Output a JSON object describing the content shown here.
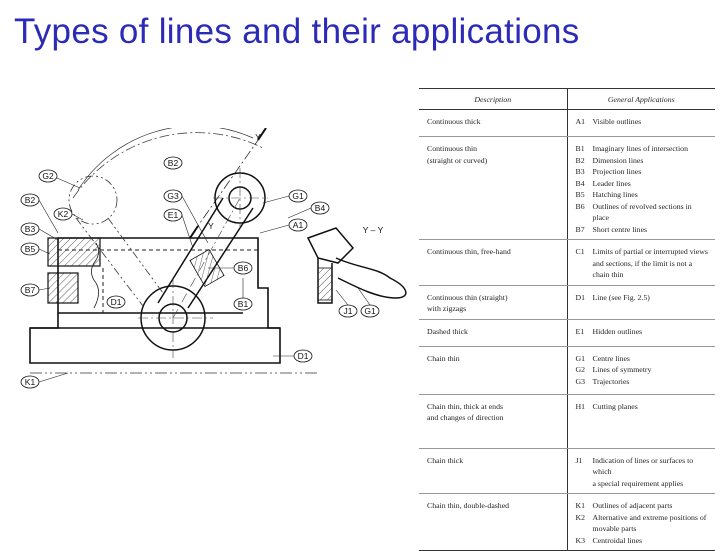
{
  "title": "Types of lines and their applications",
  "table": {
    "header_description": "Description",
    "header_applications": "General Applications",
    "rows": [
      {
        "description": [
          "Continuous thick"
        ],
        "applications": [
          [
            "A1",
            "Visible outlines"
          ]
        ],
        "height": 27
      },
      {
        "description": [
          "Continuous thin",
          "(straight or curved)"
        ],
        "applications": [
          [
            "B1",
            "Imaginary lines of intersection"
          ],
          [
            "B2",
            "Dimension lines"
          ],
          [
            "B3",
            "Projection lines"
          ],
          [
            "B4",
            "Leader lines"
          ],
          [
            "B5",
            "Hatching lines"
          ],
          [
            "B6",
            "Outlines of revolved sections in place"
          ],
          [
            "B7",
            "Short centre lines"
          ]
        ],
        "height": 93
      },
      {
        "description": [
          "Continuous thin, free-hand"
        ],
        "applications": [
          [
            "C1",
            "Limits of partial or interrupted views"
          ],
          [
            "",
            "and sections, if the limit is not a"
          ],
          [
            "",
            "chain thin"
          ]
        ],
        "height": 42
      },
      {
        "description": [
          "Continuous thin (straight)",
          "with zigzags"
        ],
        "applications": [
          [
            "D1",
            "Line (see Fig. 2.5)"
          ]
        ],
        "height": 32
      },
      {
        "description": [
          "Dashed thick"
        ],
        "applications": [
          [
            "E1",
            "Hidden outlines"
          ]
        ],
        "height": 27
      },
      {
        "description": [
          "Chain thin"
        ],
        "applications": [
          [
            "G1",
            "Centre lines"
          ],
          [
            "G2",
            "Lines of symmetry"
          ],
          [
            "G3",
            "Trajectories"
          ]
        ],
        "height": 48
      },
      {
        "description": [
          "Chain thin, thick at ends",
          "and changes of direction"
        ],
        "applications": [
          [
            "H1",
            "Cutting planes"
          ]
        ],
        "height": 54
      },
      {
        "description": [
          "Chain thick"
        ],
        "applications": [
          [
            "J1",
            "Indication of lines or surfaces to which"
          ],
          [
            "",
            "a special requirement applies"
          ]
        ],
        "height": 38
      },
      {
        "description": [
          "Chain thin, double-dashed"
        ],
        "applications": [
          [
            "K1",
            "Outlines of adjacent parts"
          ],
          [
            "K2",
            "Alternative and extreme positions of"
          ],
          [
            "",
            "movable parts"
          ],
          [
            "K3",
            "Centroidal lines"
          ]
        ],
        "height": 54
      }
    ]
  },
  "drawing": {
    "callouts": [
      "G2",
      "B2",
      "K2",
      "B3",
      "B5",
      "B7",
      "D1",
      "B2",
      "G3",
      "E1",
      "Y",
      "Y",
      "B6",
      "B1",
      "G1",
      "B4",
      "A1",
      "D1",
      "K1",
      "J1",
      "G1"
    ],
    "section_label": "Y – Y"
  }
}
